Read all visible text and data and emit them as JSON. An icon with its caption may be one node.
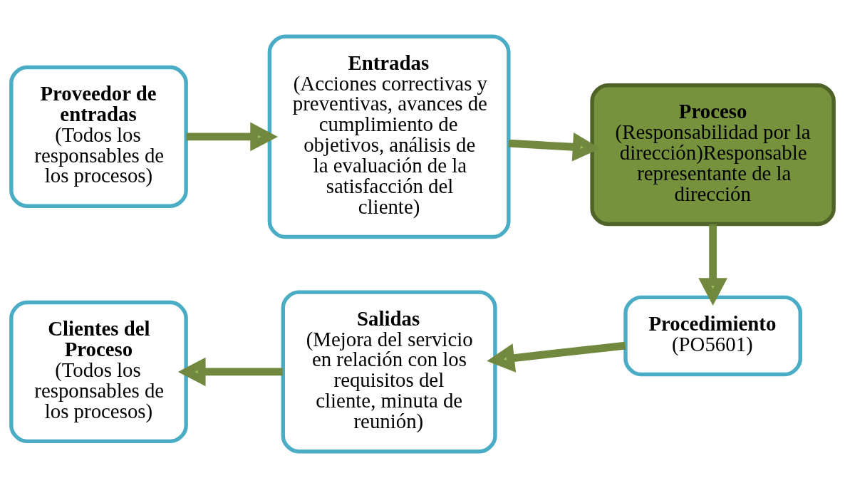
{
  "diagram": {
    "nodes": [
      {
        "text": [
          "Proveedor de entradas",
          "(Todos los responsables de los procesos)"
        ]
      },
      {
        "text": [
          "Entradas",
          "(Acciones correctivas y preventivas, avances de cumplimiento de objetivos, análisis de la evaluación de la satisfacción del cliente)"
        ]
      },
      {
        "text": [
          "Proceso",
          "(Responsabilidad por la dirección)Responsable",
          "representante de la dirección"
        ]
      },
      {
        "text": [
          "Procedimiento",
          "(PO5601)"
        ]
      },
      {
        "text": [
          "Salidas",
          "(Mejora del servicio en relación con los requisitos del cliente, minuta de reunión)"
        ]
      },
      {
        "text": [
          "Clientes del Proceso",
          "(Todos los responsables de los procesos)"
        ]
      }
    ],
    "edges": [
      {
        "from": 0,
        "to": 1,
        "arrow": "to"
      },
      {
        "from": 1,
        "to": 2,
        "arrow": "to"
      },
      {
        "from": 2,
        "to": 3,
        "arrow": "to"
      },
      {
        "from": 3,
        "to": 4,
        "arrow": "to"
      },
      {
        "from": 4,
        "to": 5,
        "arrow": "to"
      }
    ]
  }
}
